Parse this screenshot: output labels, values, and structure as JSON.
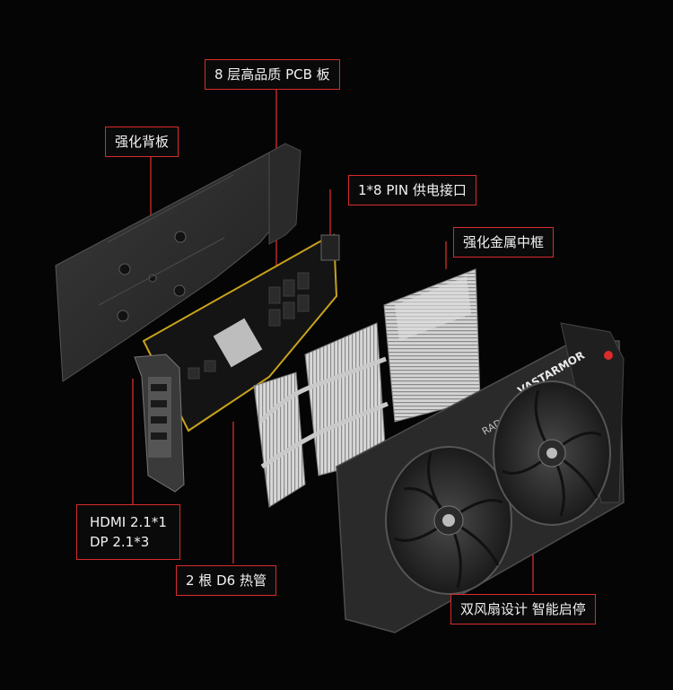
{
  "labels": {
    "pcb": "8 层高品质 PCB 板",
    "backplate": "强化背板",
    "power": "1*8 PIN 供电接口",
    "frame": "强化金属中框",
    "io_line1": "HDMI 2.1*1",
    "io_line2": "DP 2.1*3",
    "heatpipe": "2 根 D6 热管",
    "fans": "双风扇设计 智能启停"
  },
  "product_marks": {
    "brand": "VASTARMOR",
    "chip": "RADEON"
  },
  "colors": {
    "background": "#050505",
    "accent": "#d92b2b",
    "callout_text": "#f2f2f2"
  }
}
